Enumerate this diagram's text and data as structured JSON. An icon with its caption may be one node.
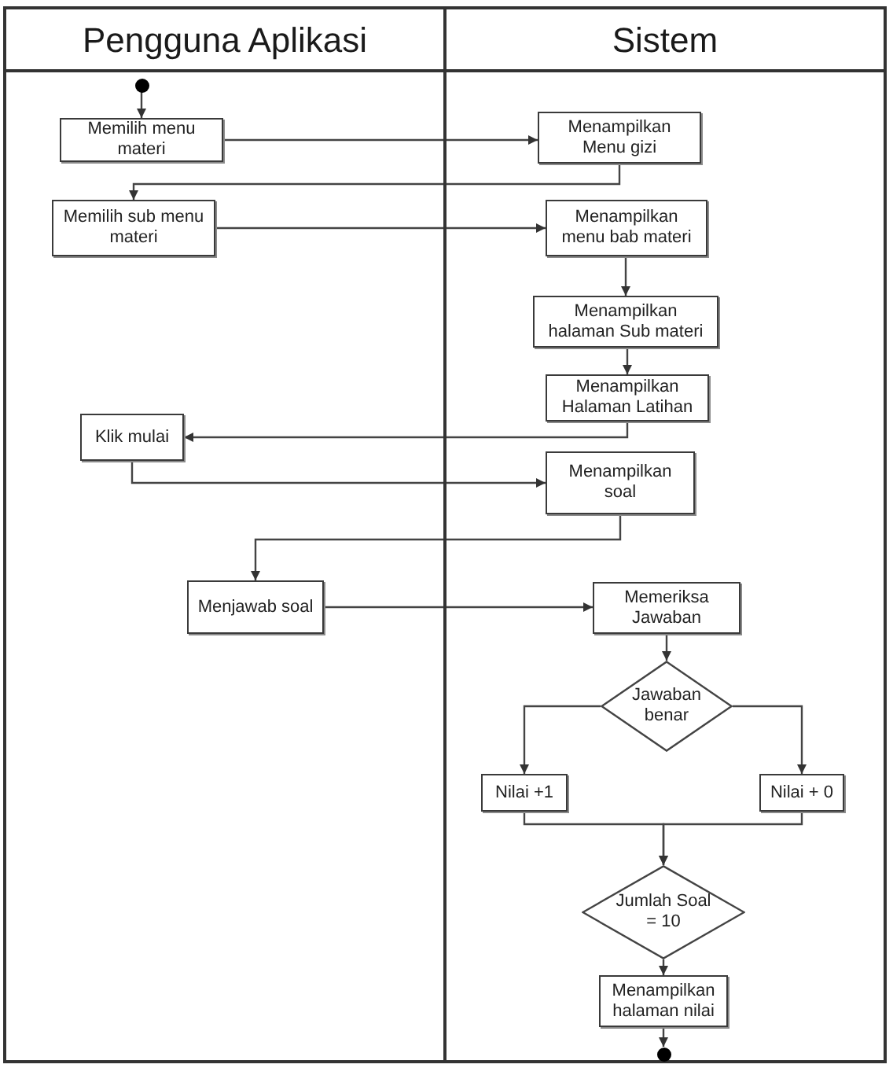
{
  "diagram": {
    "nodes": [
      {
        "text": [
          "Pengguna Aplikasi"
        ]
      },
      {
        "text": [
          "Sistem"
        ]
      },
      {
        "text": [],
        "shape": "circle",
        "in": 0
      },
      {
        "text": [
          "Memilih menu materi"
        ],
        "in": 0
      },
      {
        "text": [
          "Menampilkan Menu gizi"
        ],
        "in": 1
      },
      {
        "text": [
          "Memilih sub menu materi"
        ],
        "in": 0
      },
      {
        "text": [
          "Menampilkan menu bab materi"
        ],
        "in": 1
      },
      {
        "text": [
          "Menampilkan halaman Sub materi"
        ],
        "in": 1
      },
      {
        "text": [
          "Menampilkan Halaman Latihan"
        ],
        "in": 1
      },
      {
        "text": [
          "Klik mulai"
        ],
        "in": 0
      },
      {
        "text": [
          "Menampilkan soal"
        ],
        "in": 1
      },
      {
        "text": [
          "Menjawab soal"
        ],
        "in": 0
      },
      {
        "text": [
          "Memeriksa Jawaban"
        ],
        "in": 1
      },
      {
        "text": [
          "Jawaban benar"
        ],
        "in": 1
      },
      {
        "text": [
          "Nilai +1"
        ],
        "in": 1
      },
      {
        "text": [
          "Nilai + 0"
        ],
        "in": 1
      },
      {
        "text": [
          "Jumlah Soal = 10"
        ],
        "in": 1
      },
      {
        "text": [
          "Menampilkan halaman nilai"
        ],
        "in": 1
      },
      {
        "text": [],
        "shape": "circle",
        "in": 1
      }
    ],
    "edges": [
      {
        "from": 2,
        "to": 3,
        "arrow": "to"
      },
      {
        "from": 3,
        "to": 4,
        "arrow": "to"
      },
      {
        "from": 4,
        "to": 5,
        "arrow": "to"
      },
      {
        "from": 5,
        "to": 6,
        "arrow": "to"
      },
      {
        "from": 6,
        "to": 7,
        "arrow": "to"
      },
      {
        "from": 7,
        "to": 8,
        "arrow": "to"
      },
      {
        "from": 8,
        "to": 9,
        "arrow": "to"
      },
      {
        "from": 9,
        "to": 10,
        "arrow": "to"
      },
      {
        "from": 10,
        "to": 11,
        "arrow": "to"
      },
      {
        "from": 11,
        "to": 12,
        "arrow": "to"
      },
      {
        "from": 12,
        "to": 13,
        "arrow": "to"
      },
      {
        "from": 13,
        "to": 14,
        "arrow": "to"
      },
      {
        "from": 13,
        "to": 15,
        "arrow": "to"
      },
      {
        "from": 14,
        "to": 16,
        "arrow": "to"
      },
      {
        "from": 15,
        "to": 16,
        "arrow": "to"
      },
      {
        "from": 16,
        "to": 17,
        "arrow": "to"
      },
      {
        "from": 17,
        "to": 18,
        "arrow": "to"
      }
    ]
  }
}
